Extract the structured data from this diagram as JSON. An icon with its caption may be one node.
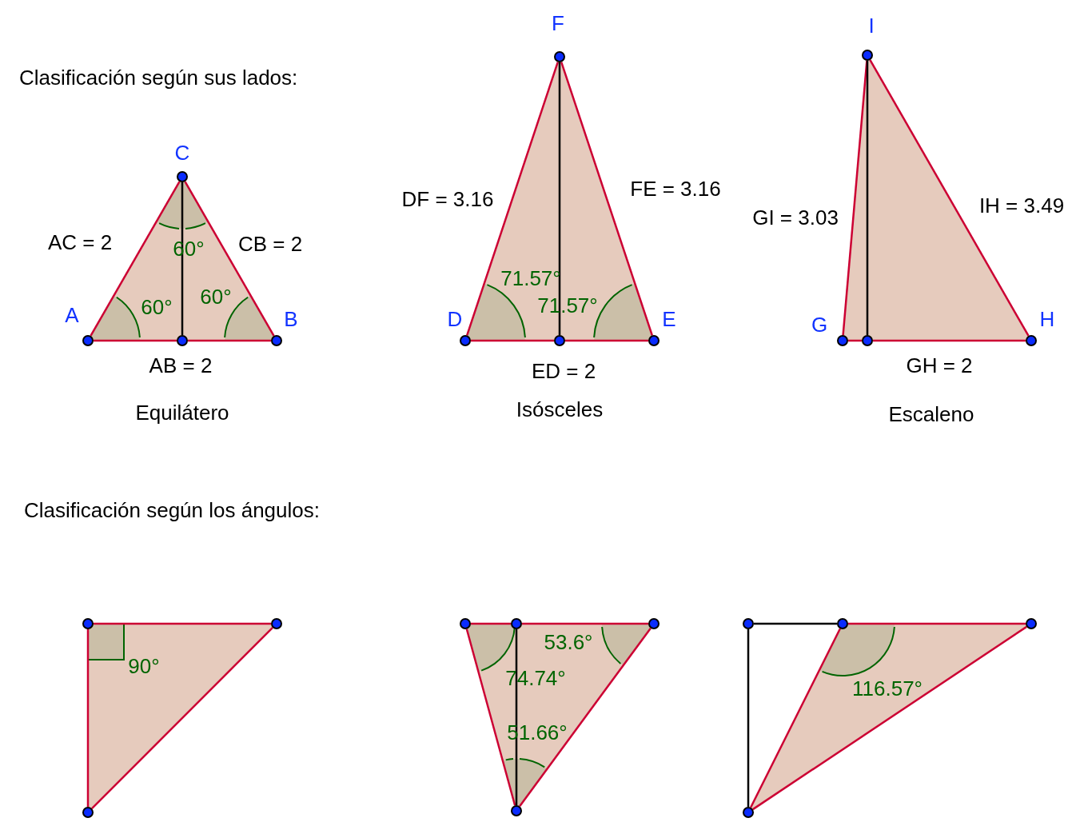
{
  "diagram": {
    "nodes": [
      {
        "text": [
          "C"
        ]
      },
      {
        "text": [
          "A"
        ]
      },
      {
        "text": [],
        "shape": "circle"
      },
      {
        "text": [
          "B"
        ]
      },
      {
        "text": [
          "F"
        ]
      },
      {
        "text": [
          "D"
        ]
      },
      {
        "text": [],
        "shape": "circle"
      },
      {
        "text": [
          "E"
        ]
      },
      {
        "text": [
          "I"
        ]
      },
      {
        "text": [
          "G"
        ]
      },
      {
        "text": [],
        "shape": "circle"
      },
      {
        "text": [
          "H"
        ]
      },
      {
        "text": [],
        "shape": "circle"
      },
      {
        "text": [],
        "shape": "circle"
      },
      {
        "text": [],
        "shape": "circle"
      },
      {
        "text": [],
        "shape": "circle"
      },
      {
        "text": [],
        "shape": "circle"
      },
      {
        "text": [],
        "shape": "circle"
      },
      {
        "text": [],
        "shape": "circle"
      },
      {
        "text": [],
        "shape": "circle"
      },
      {
        "text": [],
        "shape": "circle"
      },
      {
        "text": [],
        "shape": "circle"
      },
      {
        "text": [],
        "shape": "circle"
      }
    ],
    "edges": [
      {
        "from": 1,
        "to": 2,
        "arrow": "none"
      },
      {
        "from": 2,
        "to": 3,
        "arrow": "none"
      },
      {
        "from": 3,
        "to": 0,
        "arrow": "none"
      },
      {
        "from": 0,
        "to": 1,
        "arrow": "none"
      },
      {
        "from": 0,
        "to": 2,
        "arrow": "none",
        "color": "#000000"
      },
      {
        "from": 5,
        "to": 6,
        "arrow": "none"
      },
      {
        "from": 6,
        "to": 7,
        "arrow": "none"
      },
      {
        "from": 7,
        "to": 4,
        "arrow": "none"
      },
      {
        "from": 4,
        "to": 5,
        "arrow": "none"
      },
      {
        "from": 4,
        "to": 6,
        "arrow": "none",
        "color": "#000000"
      },
      {
        "from": 9,
        "to": 10,
        "arrow": "none"
      },
      {
        "from": 10,
        "to": 11,
        "arrow": "none"
      },
      {
        "from": 11,
        "to": 8,
        "arrow": "none"
      },
      {
        "from": 8,
        "to": 9,
        "arrow": "none"
      },
      {
        "from": 8,
        "to": 10,
        "arrow": "none",
        "color": "#000000"
      },
      {
        "from": 12,
        "to": 13,
        "arrow": "none"
      },
      {
        "from": 13,
        "to": 14,
        "arrow": "none"
      },
      {
        "from": 14,
        "to": 12,
        "arrow": "none"
      },
      {
        "from": 15,
        "to": 16,
        "arrow": "none"
      },
      {
        "from": 16,
        "to": 17,
        "arrow": "none"
      },
      {
        "from": 17,
        "to": 18,
        "arrow": "none"
      },
      {
        "from": 18,
        "to": 15,
        "arrow": "none"
      },
      {
        "from": 16,
        "to": 18,
        "arrow": "none",
        "color": "#000000"
      },
      {
        "from": 20,
        "to": 21,
        "arrow": "none"
      },
      {
        "from": 21,
        "to": 22,
        "arrow": "none"
      },
      {
        "from": 22,
        "to": 20,
        "arrow": "none"
      },
      {
        "from": 19,
        "to": 20,
        "arrow": "none",
        "color": "#000000"
      },
      {
        "from": 19,
        "to": 22,
        "arrow": "none",
        "color": "#000000"
      }
    ],
    "labels": [
      "Clasificación según sus lados:",
      "AC = 2",
      "CB = 2",
      "60°",
      "60°",
      "60°",
      "AB = 2",
      "Equilátero",
      "DF = 3.16",
      "FE = 3.16",
      "71.57°",
      "71.57°",
      "ED = 2",
      "Isósceles",
      "GI = 3.03",
      "IH = 3.49",
      "GH = 2",
      "Escaleno",
      "Clasificación según los ángulos:",
      "90°",
      "53.6°",
      "74.74°",
      "51.66°",
      "116.57°"
    ]
  }
}
